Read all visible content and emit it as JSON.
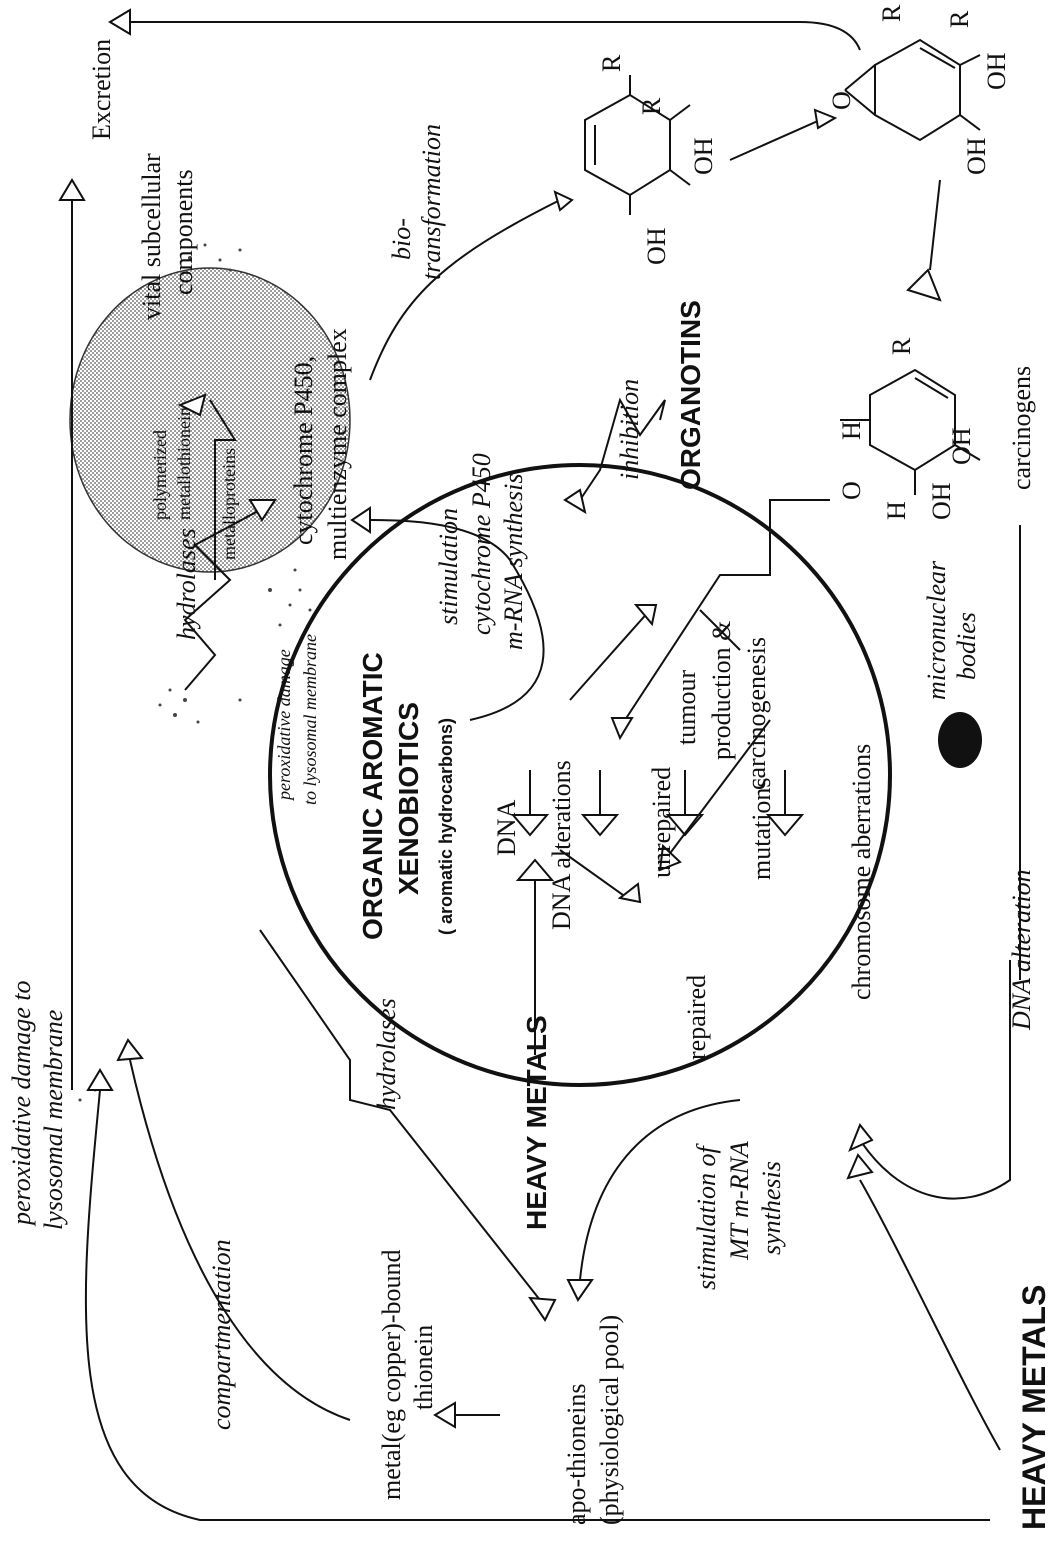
{
  "labels": {
    "excretion": "Excretion",
    "vital_subcellular": "vital subcellular",
    "components": "components",
    "biotrans_1": "bio-",
    "biotrans_2": "transformation",
    "p450_1": "cytochrome P450,",
    "p450_2": "multienzyme complex",
    "hydrolases_top": "hydrolases",
    "perox_inner_1": "peroxidative damage",
    "perox_inner_2": "to lysosomal membrane",
    "organic_1": "ORGANIC AROMATIC",
    "organic_2": "XENOBIOTICS",
    "organic_3": "( aromatic hydrocarbons)",
    "stim_p450_1": "stimulation",
    "stim_p450_2": "cytochrome P450",
    "stim_p450_3": "m-RNA synthesis",
    "inhibition": "inhibition",
    "organotins": "ORGANOTINS",
    "carcinogens": "carcinogens",
    "tumour_1": "tumour",
    "tumour_2": "production &",
    "tumour_3": "carcinogenesis",
    "micronuclear_1": "micronuclear",
    "micronuclear_2": "bodies",
    "dna": "DNA",
    "dna_alterations": "DNA alterations",
    "unrepaired": "unrepaired",
    "repaired": "repaired",
    "mutations": "mutations",
    "chromosome": "chromosome aberrations",
    "heavy_metals_center": "HEAVY METALS",
    "dna_alteration": "DNA alteration",
    "lyso_1": "polymerized",
    "lyso_2": "metallothionein",
    "lyso_3": "metalloproteins",
    "perox_outer_1": "peroxidative damage to",
    "perox_outer_2": "lysosomal membrane",
    "hydrolases_bottom": "hydrolases",
    "compartmentation": "compartmentation",
    "metal_1": "metal(eg copper)-bound",
    "metal_2": "thionein",
    "apo_1": "apo-thioneins",
    "apo_2": "(physiological pool)",
    "stim_mt_1": "stimulation of",
    "stim_mt_2": "MT m-RNA",
    "stim_mt_3": "synthesis",
    "heavy_metals_bottom": "HEAVY METALS",
    "chem_R": "R",
    "chem_OH": "OH",
    "chem_O": "O",
    "chem_H": "H"
  },
  "colors": {
    "ink": "#111111",
    "lysosome": "#c8c8c8"
  }
}
